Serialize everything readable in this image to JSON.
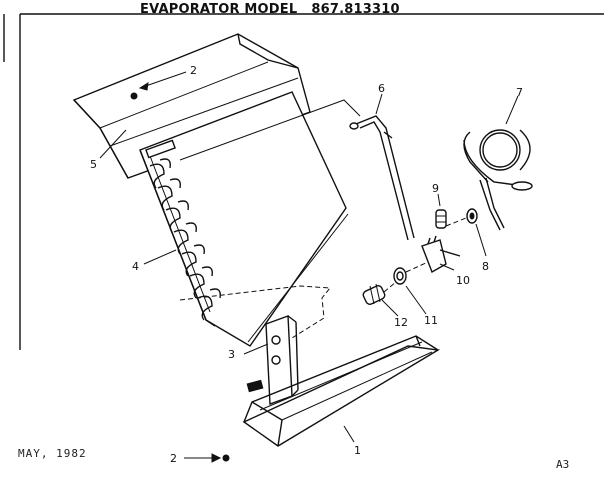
{
  "title": {
    "text": "EVAPORATOR MODEL",
    "model": "867.813310"
  },
  "footer": {
    "date": "MAY, 1982",
    "code": "A3"
  },
  "callouts": [
    "2",
    "5",
    "6",
    "7",
    "9",
    "4",
    "8",
    "10",
    "12",
    "11",
    "3",
    "1",
    "2"
  ]
}
